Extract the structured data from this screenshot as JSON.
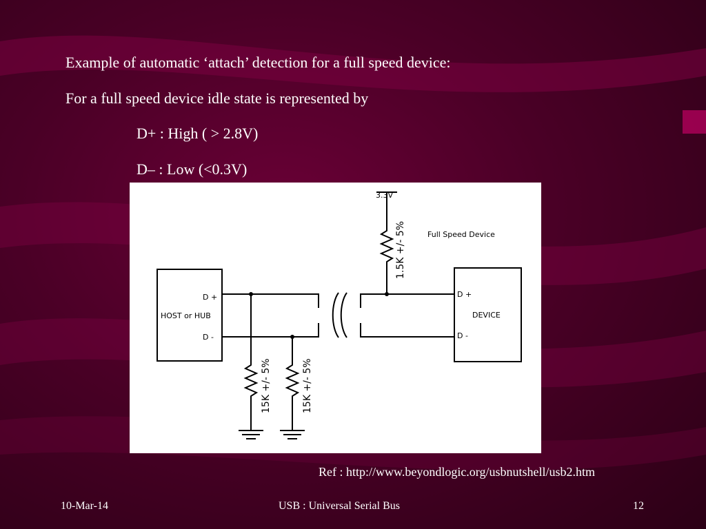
{
  "slide": {
    "lines": [
      "Example of automatic ‘attach’ detection for a full speed device:",
      "For a full speed device idle state is represented by",
      "D+ : High ( > 2.8V)",
      "D– : Low (<0.3V)"
    ],
    "reference": "Ref : http://www.beyondlogic.org/usbnutshell/usb2.htm"
  },
  "diagram": {
    "supply": "3.3V",
    "pullup_resistor": "1.5K +/- 5%",
    "device_caption": "Full Speed Device",
    "host_label": "HOST or HUB",
    "host_dplus": "D +",
    "host_dminus": "D -",
    "device_label": "DEVICE",
    "device_dplus": "D +",
    "device_dminus": "D -",
    "pulldown_resistor_1": "15K +/- 5%",
    "pulldown_resistor_2": "15K +/- 5%"
  },
  "footer": {
    "date": "10-Mar-14",
    "title": "USB : Universal Serial Bus",
    "page": "12"
  },
  "colors": {
    "background": "#4a0026",
    "swoosh": "#7a0040",
    "text": "#ffffff"
  }
}
